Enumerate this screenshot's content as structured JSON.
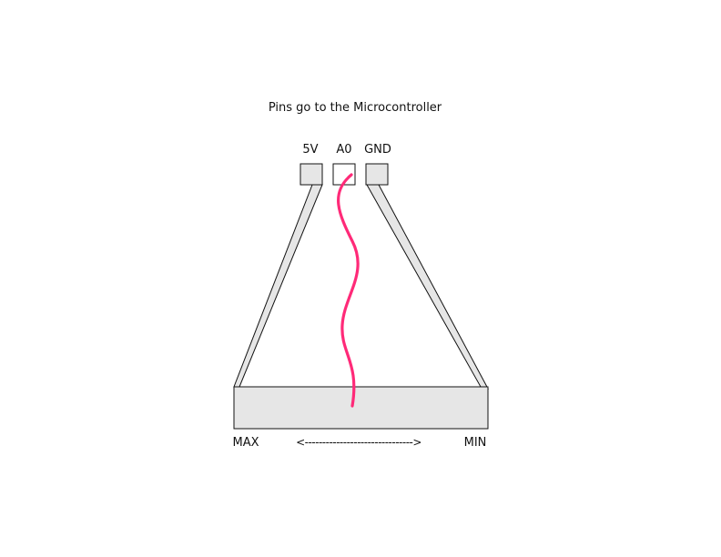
{
  "title": "Pins go to the Microcontroller",
  "pins": [
    {
      "label": "5V"
    },
    {
      "label": "A0"
    },
    {
      "label": "GND"
    }
  ],
  "bottom": {
    "left_label": "MAX",
    "right_label": "MIN",
    "arrow": "<------------------------------->"
  },
  "colors": {
    "fill": "#e6e6e6",
    "stroke": "#111111",
    "wiper": "#ff2a78"
  }
}
